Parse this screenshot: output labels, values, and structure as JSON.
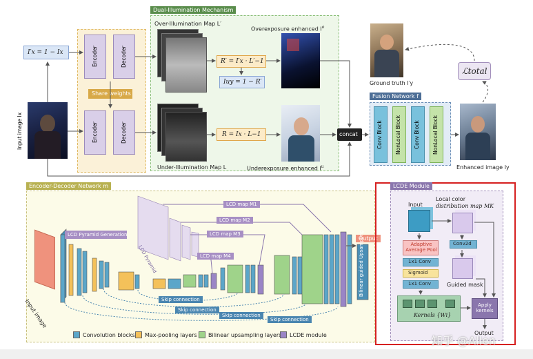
{
  "top": {
    "dual_title": "Dual-Illumination Mechanism",
    "over_map": "Over-Illumination Map L′",
    "under_map": "Under-Illumination Map L",
    "over_enh": "Overexposure enhanced I",
    "over_enh_sup": "o",
    "over_enh_sub": "y",
    "under_enh": "Underexposure enhanced I",
    "under_enh_sup": "u",
    "under_enh_sub": "y",
    "inv_formula": "I′x = 1 − Ix",
    "r_prime": "R′ = I′x · L′−1",
    "iy_u": "Iuy = 1 − R′",
    "r_formula": "R = Ix · L−1",
    "encoder": "Encoder",
    "decoder": "Decoder",
    "share": "Share weights",
    "input_image": "Input image Ix",
    "concat": "concat",
    "ground_truth": "Ground truth I′y",
    "loss": "ℒtotal",
    "fusion_title": "Fusion Network f",
    "fusion_blocks": [
      "Conv Block",
      "NonLocal Block",
      "Conv Block",
      "NonLocal Block"
    ],
    "enhanced": "Enhanced image Iy"
  },
  "bottom": {
    "encdec_title": "Encoder-Decoder Network m",
    "pyramid_gen": "LCD Pyramid Generation",
    "pyramid": "LCD Pyramid",
    "maps": [
      "LCD map M1",
      "LCD map M2",
      "LCD map M3",
      "LCD map M4"
    ],
    "skip": "Skip connection",
    "output": "Output",
    "upsampling": "Bilinear guided Upsampling",
    "input_image": "Input image",
    "legend": [
      "Convolution blocks",
      "Max-pooling layers",
      "Bilinear upsampling layers",
      "LCDE module"
    ]
  },
  "lcde": {
    "title": "LCDE Module",
    "input": "Input",
    "local_color": "Local color",
    "distribution": "distribution map MK",
    "adaptive": "Adaptive Average Pool",
    "conv1": "1x1 Conv",
    "sigmoid": "Sigmoid",
    "conv2": "1x1 Conv",
    "conv2d": "Conv2d",
    "guided": "Guided mask",
    "kernels": "Kernels {Wi}",
    "apply": "Apply kernels",
    "output": "Output"
  },
  "watermark": "知乎 @Allen",
  "colors": {
    "conv": "#5ba6c9",
    "maxpool": "#f4c15a",
    "upsample": "#9fd38a",
    "lcde": "#9a85c6",
    "highlight": "#d62020"
  }
}
